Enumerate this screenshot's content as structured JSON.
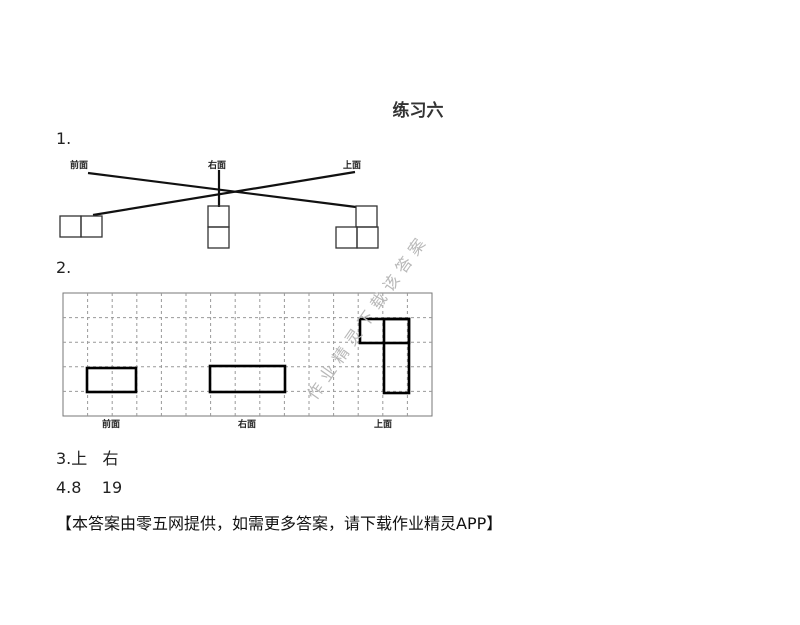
{
  "title": "练习六",
  "q1": {
    "number": "1.",
    "labels": [
      "前面",
      "右面",
      "上面"
    ]
  },
  "q2": {
    "number": "2.",
    "labels": [
      "前面",
      "右面",
      "上面"
    ]
  },
  "q3": {
    "number": "3.",
    "answer": "上   右"
  },
  "q4": {
    "number": "4.",
    "answer": "8    19"
  },
  "footer": "【本答案由零五网提供，如需更多答案，请下载作业精灵APP】",
  "watermark": "作业精灵下载该答案",
  "colors": {
    "text": "#222222",
    "grid_dash": "#999999",
    "watermark": "#b8b8b8"
  }
}
